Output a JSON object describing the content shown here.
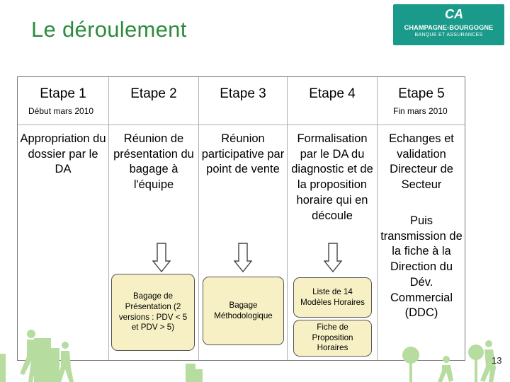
{
  "slide": {
    "title": "Le déroulement",
    "page_number": "13"
  },
  "logo": {
    "mark": "CA",
    "name": "CHAMPAGNE-BOURGOGNE",
    "subtitle": "BANQUE ET ASSURANCES"
  },
  "steps": [
    {
      "header": "Etape 1",
      "description": "Appropriation du dossier par le DA",
      "date": "Début mars 2010"
    },
    {
      "header": "Etape 2",
      "description": "Réunion de présentation du bagage à l'équipe"
    },
    {
      "header": "Etape 3",
      "description": "Réunion participative par point de vente"
    },
    {
      "header": "Etape 4",
      "description": "Formalisation par le DA du diagnostic et de la proposition horaire qui en découle"
    },
    {
      "header": "Etape 5",
      "description": "Echanges et validation Directeur de Secteur",
      "date": "Fin mars 2010",
      "note": "Puis transmission de la fiche à la Direction du Dév. Commercial (DDC)"
    }
  ],
  "deliverables": {
    "step2": "Bagage de Présentation (2 versions : PDV < 5 et PDV > 5)",
    "step3": "Bagage Méthodologique",
    "step4a": "Liste de 14 Modèles Horaires",
    "step4b": "Fiche de Proposition Horaires"
  },
  "colors": {
    "title": "#2e8b3d",
    "logo_bg": "#1a9a8a",
    "box_fill": "#f6f0c4",
    "scenery": "#b6dca0"
  }
}
